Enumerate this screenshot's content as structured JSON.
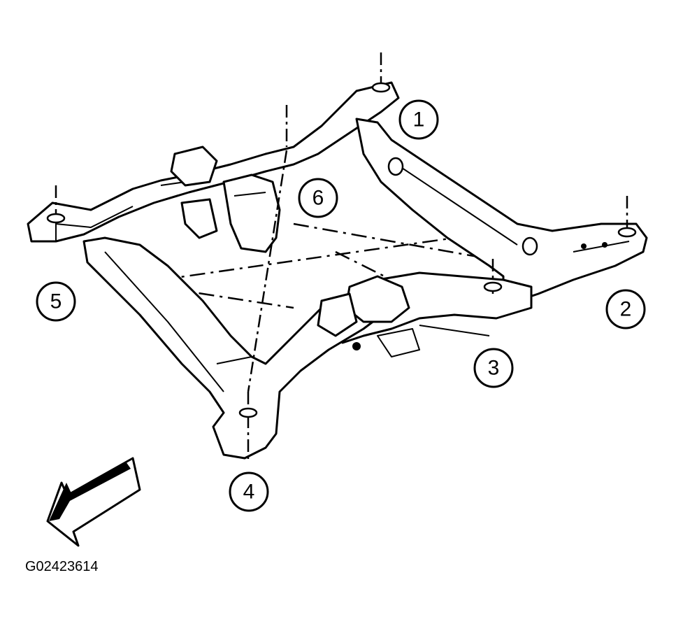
{
  "figure_id": "G02423614",
  "callouts": [
    {
      "label": "1"
    },
    {
      "label": "2"
    },
    {
      "label": "3"
    },
    {
      "label": "4"
    },
    {
      "label": "5"
    },
    {
      "label": "6"
    }
  ],
  "direction_arrow": {
    "icon": "front-direction-arrow-icon"
  }
}
